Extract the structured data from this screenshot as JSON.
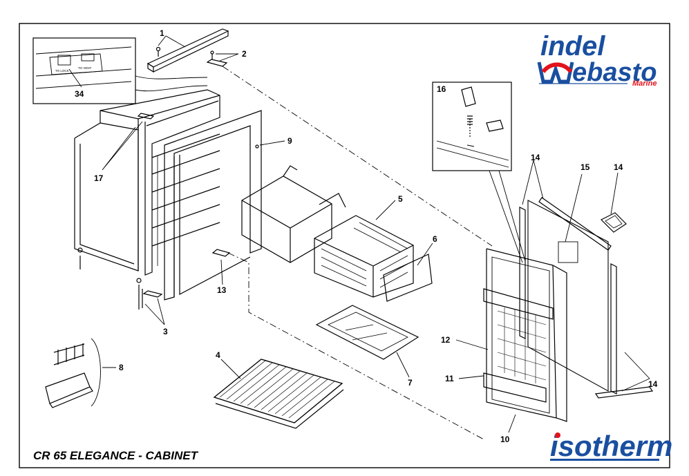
{
  "title": "CR 65 ELEGANCE - CABINET",
  "logos": {
    "indel": "indel",
    "webasto": "ebasto",
    "marine": "Marine",
    "isotherm": "isotherm"
  },
  "colors": {
    "brand_blue": "#1a4fa0",
    "brand_red": "#e3131b",
    "line": "#000000"
  },
  "callouts": [
    "1",
    "2",
    "3",
    "4",
    "5",
    "6",
    "7",
    "8",
    "9",
    "10",
    "11",
    "12",
    "13",
    "14",
    "15",
    "16",
    "17",
    "34"
  ],
  "inset_labels": {
    "left": "TO LOCK",
    "right": "TO VENT"
  }
}
